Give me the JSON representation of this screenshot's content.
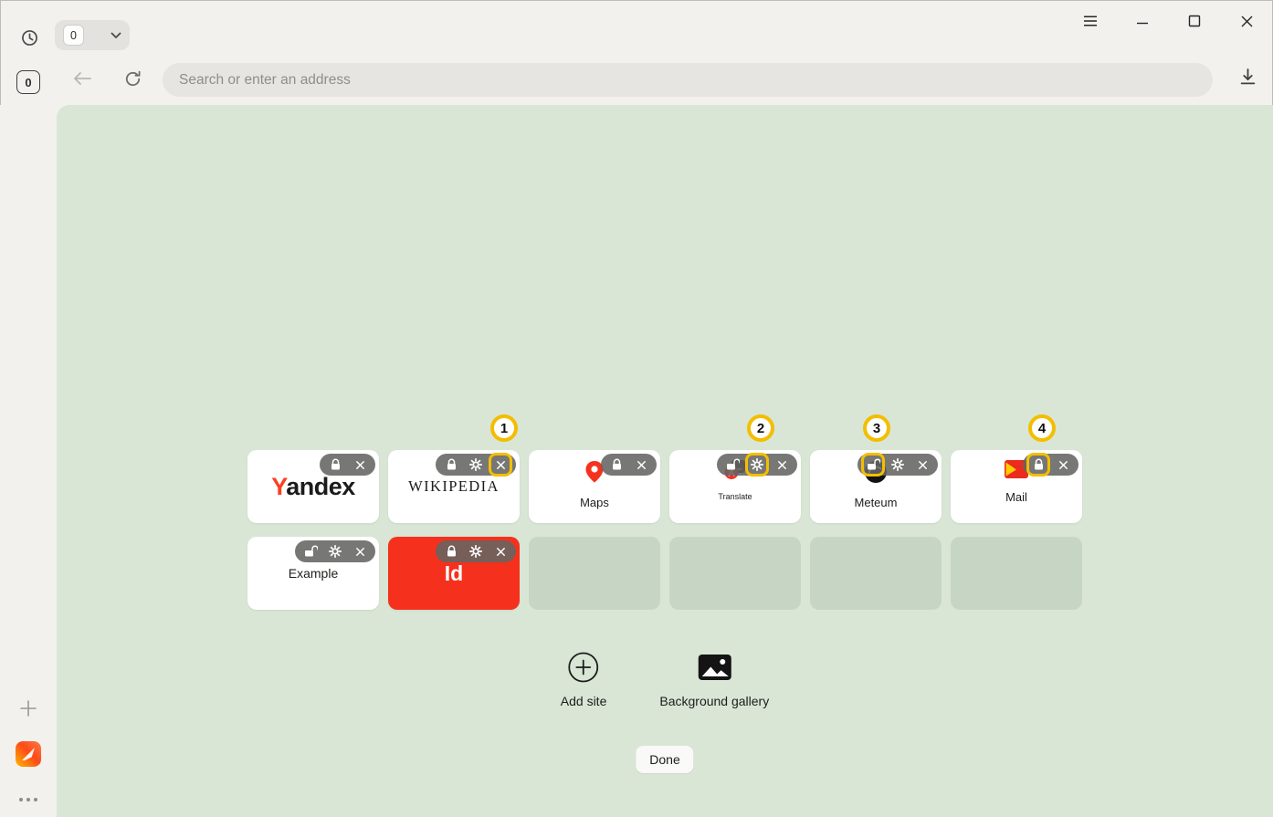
{
  "titlebar": {
    "tab_badge": "0"
  },
  "toolbar": {
    "tab_counter": "0",
    "address_placeholder": "Search or enter an address"
  },
  "tiles": [
    {
      "id": "yandex",
      "logo_first": "Y",
      "logo_rest": "andex",
      "controls": [
        "lock",
        "remove"
      ]
    },
    {
      "id": "wikipedia",
      "label": "WIKIPEDIA",
      "controls": [
        "lock",
        "settings",
        "remove"
      ]
    },
    {
      "id": "maps",
      "label": "Maps",
      "controls": [
        "lock",
        "remove"
      ]
    },
    {
      "id": "translate",
      "label": "Translate",
      "controls": [
        "unlock",
        "settings",
        "remove"
      ]
    },
    {
      "id": "meteum",
      "label": "Meteum",
      "controls": [
        "unlock",
        "settings",
        "remove"
      ]
    },
    {
      "id": "mail",
      "label": "Mail",
      "controls": [
        "lock",
        "remove"
      ]
    },
    {
      "id": "example",
      "label": "Example",
      "controls": [
        "unlock",
        "settings",
        "remove"
      ]
    },
    {
      "id": "id",
      "label": "Id",
      "controls": [
        "lock",
        "settings",
        "remove"
      ]
    }
  ],
  "empty_slots": 4,
  "callouts": [
    {
      "number": "1",
      "tile": "wikipedia",
      "control": "remove-button"
    },
    {
      "number": "2",
      "tile": "translate",
      "control": "settings-button"
    },
    {
      "number": "3",
      "tile": "meteum",
      "control": "unlock-button"
    },
    {
      "number": "4",
      "tile": "mail",
      "control": "lock-button"
    }
  ],
  "actions": {
    "add_site": "Add site",
    "background_gallery": "Background gallery",
    "done": "Done"
  },
  "colors": {
    "highlight_yellow": "#f3be00",
    "main_background": "#d9e6d6",
    "chrome_background": "#f2f1ee",
    "empty_tile": "#c7d6c4",
    "tile_red": "#f5311d",
    "yandex_red": "#fc3f1d"
  },
  "icons": {
    "history": "clock",
    "tab_chevron": "chevron-down",
    "menu": "hamburger",
    "minimize": "dash",
    "maximize": "square-outline",
    "close_window": "x",
    "back": "arrow-left",
    "reload": "circular-arrow",
    "download": "arrow-down-tray",
    "lock": "padlock-closed",
    "unlock": "padlock-open",
    "settings": "gear",
    "remove": "x",
    "add_site": "plus-in-circle",
    "background_gallery": "picture",
    "sidebar_add": "plus",
    "sidebar_logo": "yandex-browser-logo",
    "sidebar_more": "ellipsis"
  }
}
